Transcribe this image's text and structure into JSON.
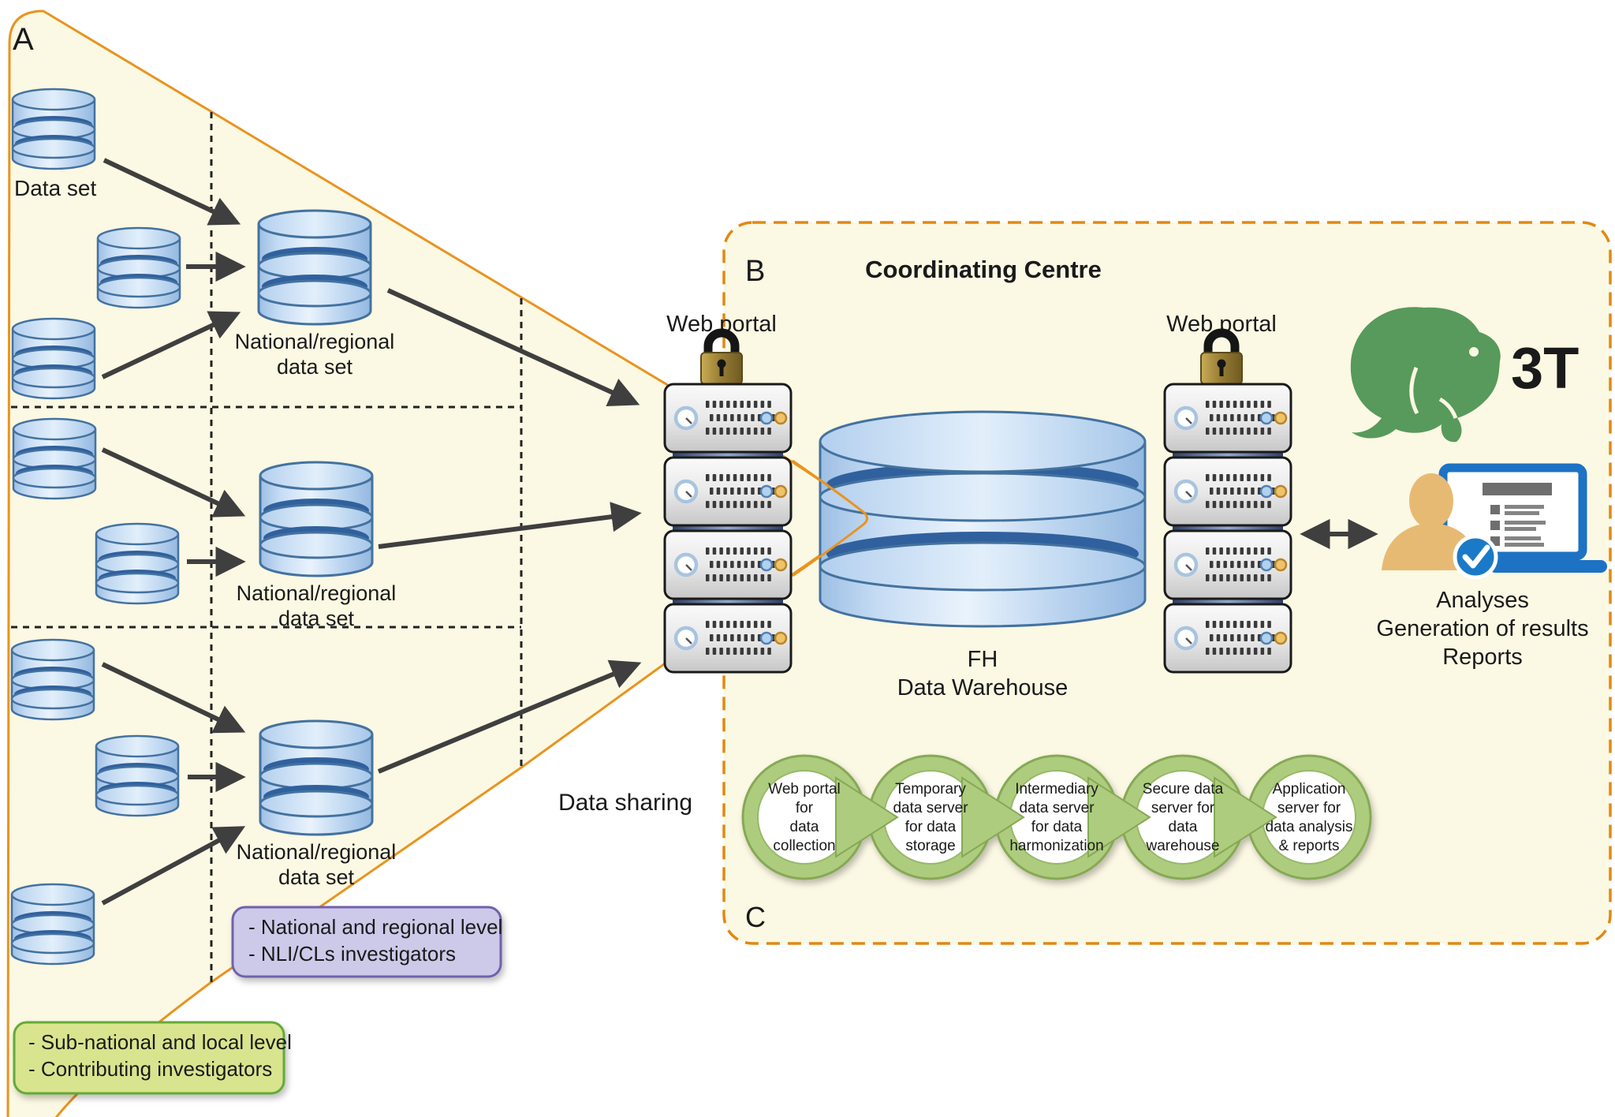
{
  "panel_a": {
    "label": "A",
    "dataset_label": "Data set",
    "regional_dataset": {
      "line1": "National/regional",
      "line2": "data set"
    },
    "data_sharing": "Data sharing",
    "legend_national": {
      "line1": "- National and regional level",
      "line2": "- NLI/CLs investigators"
    },
    "legend_local": {
      "line1": "- Sub-national and local level",
      "line2": "- Contributing investigators"
    }
  },
  "panel_b": {
    "label": "B",
    "title": "Coordinating Centre",
    "web_portal_label_left": "Web portal",
    "web_portal_label_right": "Web portal",
    "warehouse": {
      "line1": "FH",
      "line2": "Data Warehouse"
    },
    "logo_text": "3T",
    "results": {
      "line1": "Analyses",
      "line2": "Generation of results",
      "line3": "Reports"
    }
  },
  "panel_c": {
    "label": "C",
    "steps": [
      {
        "name": "web-portal-collection",
        "lines": [
          "Web portal",
          "for",
          "data",
          "collection"
        ]
      },
      {
        "name": "temporary-storage",
        "lines": [
          "Temporary",
          "data server",
          "for data",
          "storage"
        ]
      },
      {
        "name": "intermediary-harmonization",
        "lines": [
          "Intermediary",
          "data server",
          "for data",
          "harmonization"
        ]
      },
      {
        "name": "secure-warehouse",
        "lines": [
          "Secure data",
          "server for",
          "data",
          "warehouse"
        ]
      },
      {
        "name": "application-analysis",
        "lines": [
          "Application",
          "server for",
          "data analysis",
          "& reports"
        ]
      }
    ]
  },
  "colors": {
    "background": "#FFFFFF",
    "panel_fill": "#FBF8E3",
    "accent_orange": "#E8941F",
    "cylinder_blue": "#A9CAEB",
    "cylinder_stroke": "#44729F",
    "arrow_gray": "#3F3F3F",
    "step_green": "#AECC7E",
    "legend_purple": "#CDC9E9",
    "legend_green": "#D9E48E",
    "manatee_green": "#579A5B",
    "laptop_blue": "#1D72C4",
    "person_tan": "#E7BA74"
  }
}
